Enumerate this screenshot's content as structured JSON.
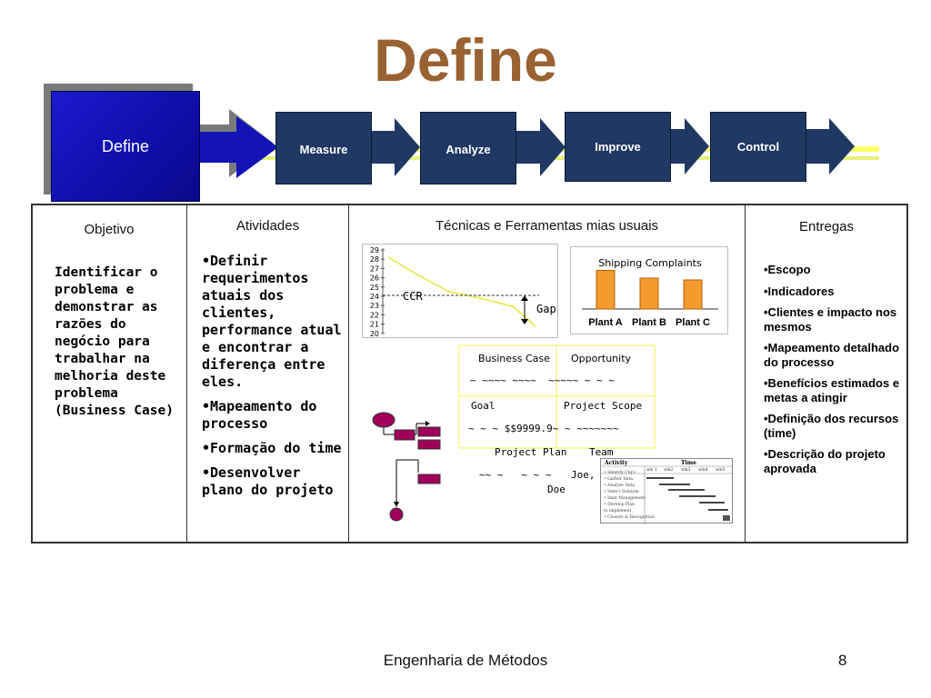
{
  "title": "Define",
  "phases": {
    "define": "Define",
    "measure": "Measure",
    "analyze": "Analyze",
    "improve": "Improve",
    "control": "Control"
  },
  "columns": {
    "objetivo": {
      "header": "Objetivo",
      "body": [
        "Identificar o",
        "problema e",
        "demonstrar as",
        "razões do",
        "negócio para",
        "trabalhar na",
        "melhoria deste",
        "problema",
        "(Business Case)"
      ]
    },
    "atividades": {
      "header": "Atividades",
      "items": [
        "•Definir requerimentos atuais dos clientes, performance atual e encontrar a diferença entre eles.",
        "•Mapeamento do processo",
        "•Formação do time",
        "•Desenvolver plano do projeto"
      ]
    },
    "tecnicas": {
      "header": "Técnicas e Ferramentas mias usuais"
    },
    "entregas": {
      "header": "Entregas",
      "items": [
        "•Escopo",
        "•Indicadores",
        "•Clientes e impacto nos mesmos",
        "•Mapeamento detalhado do processo",
        "•Benefícios estimados e metas a atingir",
        "•Definição dos recursos (time)",
        "•Descrição do projeto aprovada"
      ]
    }
  },
  "gap_chart": {
    "y_ticks": [
      "29",
      "28",
      "27",
      "26",
      "25",
      "24",
      "23",
      "22",
      "21",
      "20"
    ],
    "ccr_label": "CCR",
    "gap_label": "Gap"
  },
  "chart_data": {
    "type": "bar",
    "title": "Shipping Complaints",
    "categories": [
      "Plant A",
      "Plant B",
      "Plant C"
    ],
    "values": [
      0.85,
      0.68,
      0.64
    ],
    "colors": {
      "bar": "#f39c2e",
      "border": "#b45f06"
    }
  },
  "charter": {
    "business_case": "Business Case",
    "opportunity": "Opportunity",
    "tilde_row1": "~ ~~~~ ~~~~  ~~~~~ ~ ~ ~",
    "goal": "Goal",
    "project_scope": "Project Scope",
    "goal_row": "~ ~ ~ $$9999.9~ ~ ~~~~~~~",
    "project_plan": "Project Plan",
    "team": "Team",
    "plan_row": "~~ ~   ~ ~ ~",
    "team_row1": "Joe, Mary,",
    "team_row2": "Doe"
  },
  "gantt": {
    "activity": "Activity",
    "time": "Time",
    "weeks": [
      "wk 1",
      "wk2",
      "wk3",
      "wk4",
      "wk5"
    ],
    "tasks": [
      "• Identify Ctq's",
      "• Gather Data",
      "• Analyze Data",
      "• Select Solution",
      "• Imnt Management",
      "• Develop Plan",
      "  to implement",
      "• Closure & Recognition"
    ]
  },
  "footer": {
    "left": "Engenharia de Métodos",
    "page": "8"
  }
}
